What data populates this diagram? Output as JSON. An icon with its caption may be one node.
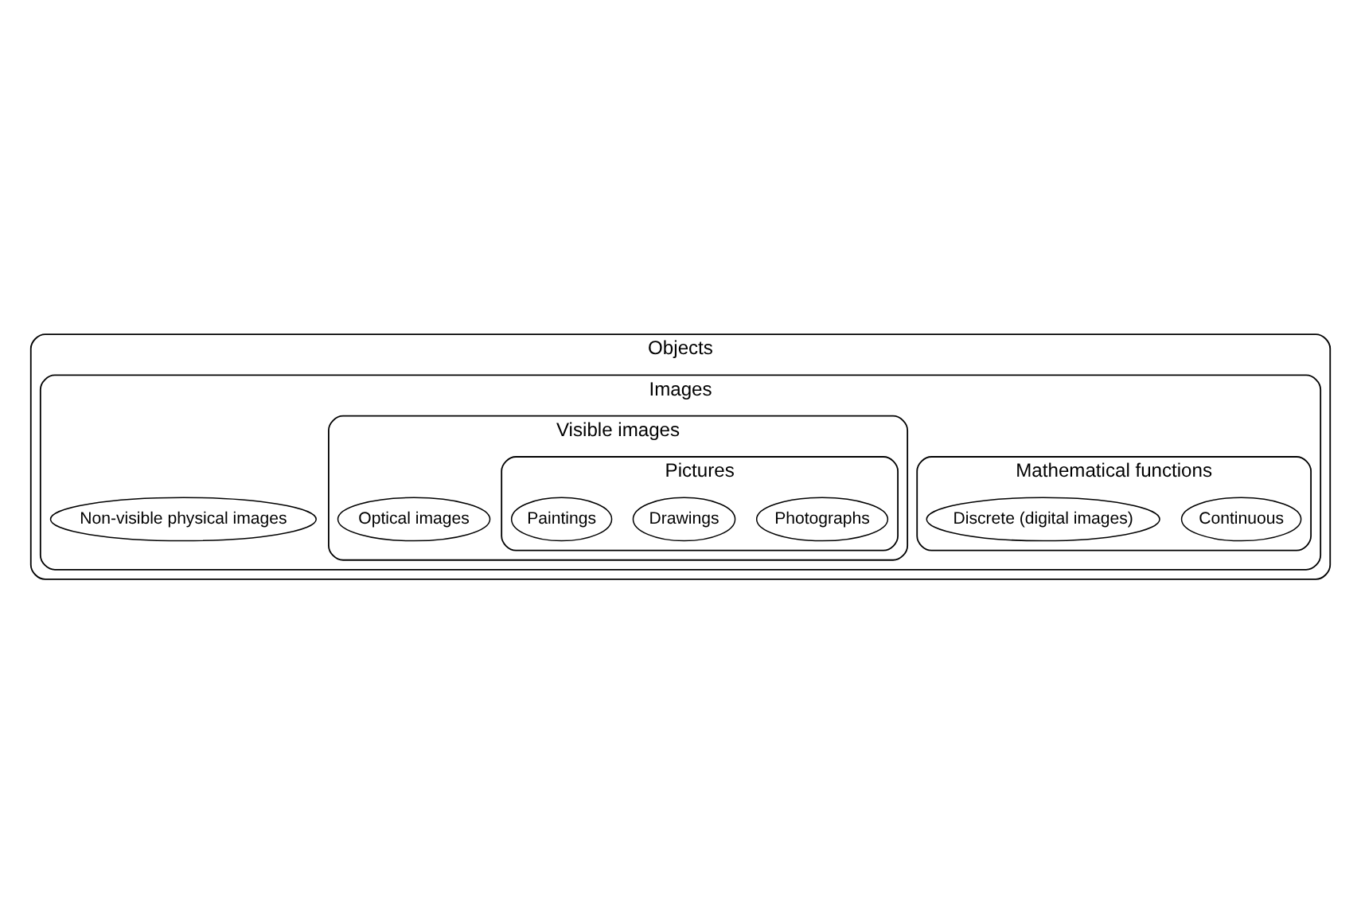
{
  "diagram": {
    "nodes": [
      {
        "text": [
          "Objects"
        ]
      },
      {
        "text": [
          "Images"
        ],
        "in": 0
      },
      {
        "text": [
          "Mathematical functions"
        ],
        "in": 1
      },
      {
        "text": [
          "Continuous"
        ],
        "in": 2
      },
      {
        "text": [
          "Discrete (digital images)"
        ],
        "in": 2
      },
      {
        "text": [
          "Non-visible physical images"
        ],
        "in": 1
      },
      {
        "text": [
          "Visible images"
        ],
        "in": 1
      },
      {
        "text": [
          "Pictures"
        ],
        "in": 6
      },
      {
        "text": [
          "Photographs"
        ],
        "in": 7
      },
      {
        "text": [
          "Drawings"
        ],
        "in": 7
      },
      {
        "text": [
          "Paintings"
        ],
        "in": 7
      },
      {
        "text": [
          "Optical images"
        ],
        "in": 6
      }
    ],
    "edges": []
  }
}
